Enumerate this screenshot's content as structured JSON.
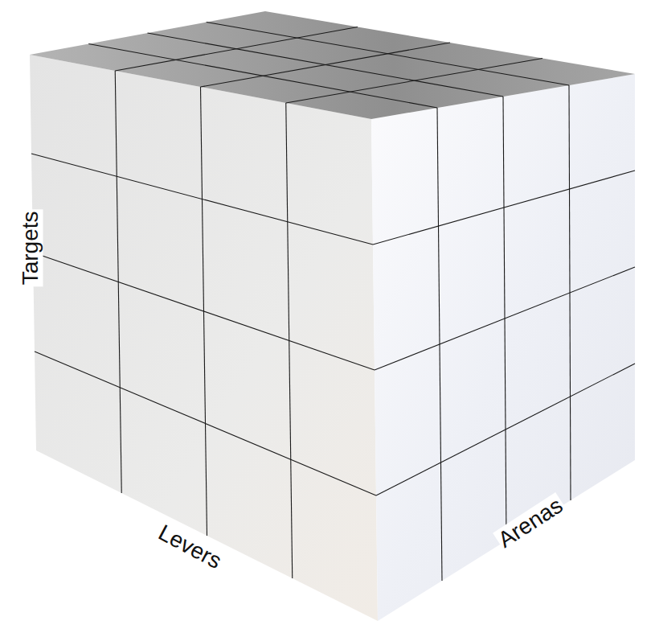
{
  "diagram": {
    "labels": [
      "Targets",
      "Levers",
      "Arenas"
    ]
  }
}
